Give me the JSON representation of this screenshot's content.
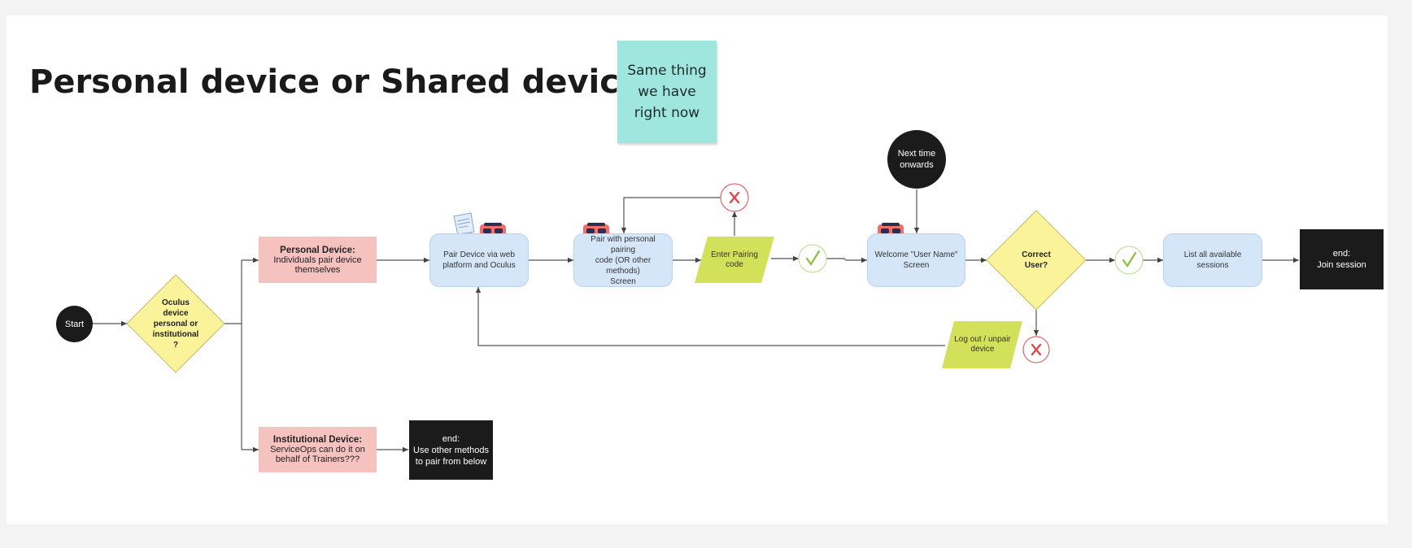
{
  "title": "Personal device or Shared device?",
  "sticky_note": "Same thing\nwe have\nright now",
  "nodes": {
    "start": "Start",
    "oculus_decision": "Oculus\ndevice\npersonal or\ninstitutional\n?",
    "personal_device_heading": "Personal Device:",
    "personal_device_text": "Individuals pair device\nthemselves",
    "institutional_device_heading": "Institutional Device:",
    "institutional_device_text": "ServiceOps can do it on\nbehalf of Trainers???",
    "end_other_methods": "end:\nUse other methods\nto pair from below",
    "pair_device_web": "Pair Device via web\nplatform and Oculus",
    "pair_personal_code": "Pair with personal pairing\ncode (OR other methods)\nScreen",
    "enter_pairing_code": "Enter Pairing\ncode",
    "next_time": "Next time\nonwards",
    "welcome_screen": "Welcome \"User Name\"\nScreen",
    "correct_user": "Correct\nUser?",
    "list_sessions": "List all available sessions",
    "end_join": "end:\nJoin session",
    "logout_unpair": "Log out / unpair\ndevice"
  },
  "colors": {
    "dark": "#1b1b1b",
    "pink": "#f5c2c0",
    "blue": "#d6e6f9",
    "yellow_decision": "#faf39a",
    "lime": "#d3e05a",
    "red_x": "#e0474c",
    "green_check": "#8bbf3c",
    "sticky": "#9fe6df"
  },
  "icons": {
    "headset": "vr-headset-icon",
    "laptop": "laptop-icon",
    "check": "check-icon",
    "cross": "x-icon"
  }
}
